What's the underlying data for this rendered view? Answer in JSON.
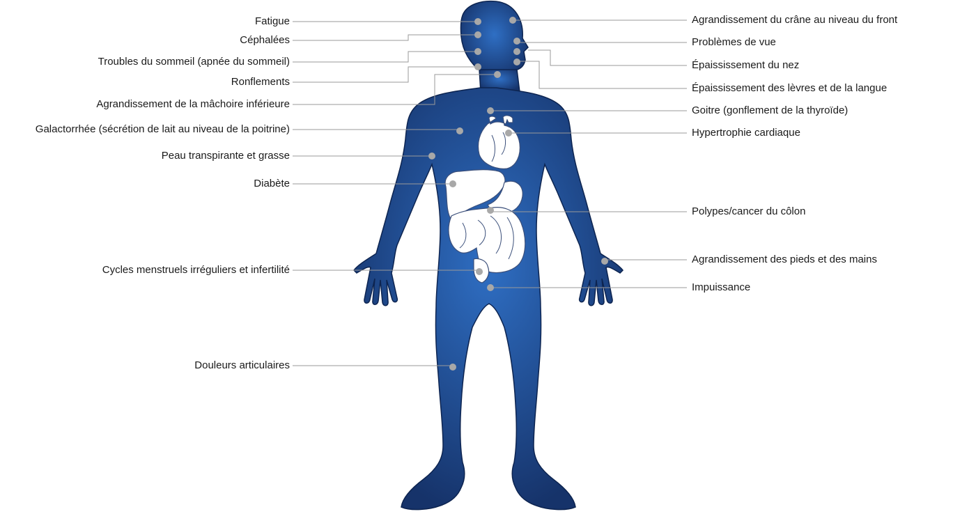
{
  "colors": {
    "body_light": "#2f6fc4",
    "body_dark": "#16336a",
    "outline": "#0d2450",
    "organ_fill": "#ffffff",
    "organ_stroke": "#3b4f7a",
    "leader_line": "#9a9a9a",
    "dot": "#a8a8a8"
  },
  "organs": [
    "heart-icon",
    "liver-icon",
    "stomach-icon",
    "intestines-icon",
    "bladder-icon"
  ],
  "labels_left": [
    "Fatigue",
    "Céphalées",
    "Troubles du sommeil (apnée du sommeil)",
    "Ronflements",
    "Agrandissement de la mâchoire inférieure",
    "Galactorrhée (sécrétion de lait au niveau de la poitrine)",
    "Peau transpirante et grasse",
    "Diabète",
    "Cycles menstruels irréguliers et infertilité",
    "Douleurs articulaires"
  ],
  "labels_right": [
    "Agrandissement du crâne au niveau du front",
    "Problèmes de vue",
    "Épaississement du nez",
    "Épaississement des lèvres et de la langue",
    "Goitre (gonflement de la thyroïde)",
    "Hypertrophie cardiaque",
    "Polypes/cancer du côlon",
    "Agrandissement des pieds et des mains",
    "Impuissance"
  ]
}
